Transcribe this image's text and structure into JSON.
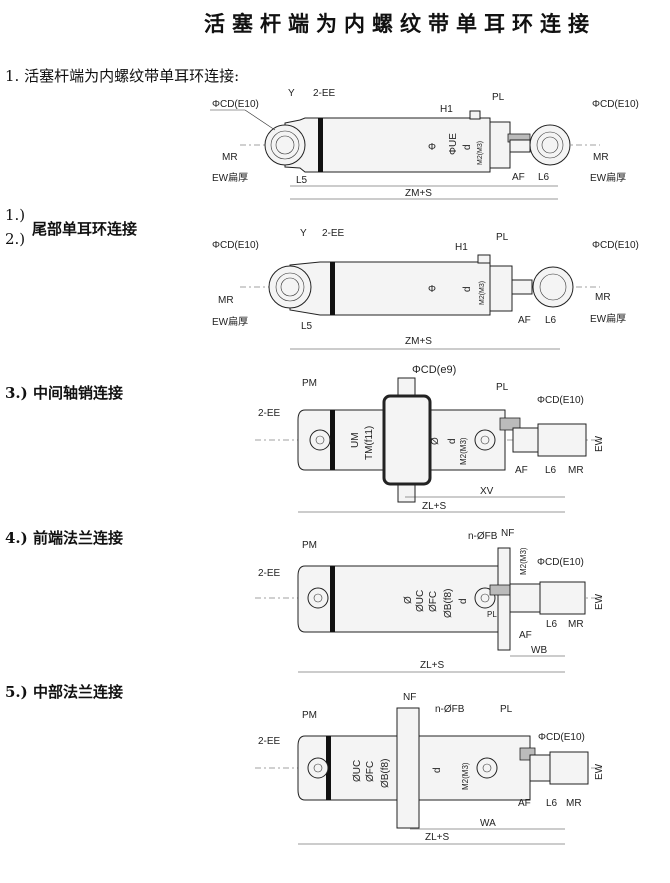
{
  "title": "活塞杆端为内螺纹带单耳环连接",
  "sections": {
    "s1": "1. 活塞杆端为内螺纹带单耳环连接:",
    "s2_num1": "1.)",
    "s2_num2": "2.)",
    "s2": "尾部单耳环连接",
    "s3": "3.) 中间轴销连接",
    "s4": "4.) 前端法兰连接",
    "s5": "5.) 中部法兰连接"
  },
  "d1": {
    "cd_left": "ΦCD(E10)",
    "y": "Y",
    "ee": "2-EE",
    "mr_left": "MR",
    "ew_left": "EW扁厚",
    "l5": "L5",
    "zms": "ZM+S",
    "h1": "H1",
    "pl": "PL",
    "phi": "Φ",
    "ue": "ΦUE",
    "d": "d",
    "m2": "M2(M3)",
    "af": "AF",
    "l6": "L6",
    "cd_right": "ΦCD(E10)",
    "mr_right": "MR",
    "ew_right": "EW扁厚"
  },
  "d2": {
    "cd_left": "ΦCD(E10)",
    "y": "Y",
    "ee": "2-EE",
    "mr_left": "MR",
    "ew_left": "EW扁厚",
    "l5": "L5",
    "zms": "ZM+S",
    "h1": "H1",
    "pl": "PL",
    "phi": "Φ",
    "d": "d",
    "m2": "M2(M3)",
    "af": "AF",
    "l6": "L6",
    "cd_right": "ΦCD(E10)",
    "mr_right": "MR",
    "ew_right": "EW扁厚"
  },
  "d3": {
    "pm": "PM",
    "ee": "2-EE",
    "cd_e9": "ΦCD(e9)",
    "um": "UM",
    "tm": "TM(f11)",
    "phi": "Ø",
    "d": "d",
    "m2": "M2(M3)",
    "pl": "PL",
    "cd": "ΦCD(E10)",
    "ew": "EW",
    "af": "AF",
    "l6": "L6",
    "mr": "MR",
    "xv": "XV",
    "zls": "ZL+S"
  },
  "d4": {
    "pm": "PM",
    "ee": "2-EE",
    "fb": "n-ØFB",
    "nf": "NF",
    "phi": "Ø",
    "uc": "ØUC",
    "fc": "ØFC",
    "b": "ØB(f8)",
    "d": "d",
    "m2": "M2(M3)",
    "cd": "ΦCD(E10)",
    "ew": "EW",
    "l6": "L6",
    "mr": "MR",
    "af": "AF",
    "pl": "PL",
    "wb": "WB",
    "zls": "ZL+S"
  },
  "d5": {
    "pm": "PM",
    "ee": "2-EE",
    "nf": "NF",
    "fb": "n-ØFB",
    "pl": "PL",
    "cd": "ΦCD(E10)",
    "uc": "ØUC",
    "fc": "ØFC",
    "b": "ØB(f8)",
    "d": "d",
    "m2": "M2(M3)",
    "ew": "EW",
    "af": "AF",
    "l6": "L6",
    "mr": "MR",
    "wa": "WA",
    "zls": "ZL+S"
  }
}
